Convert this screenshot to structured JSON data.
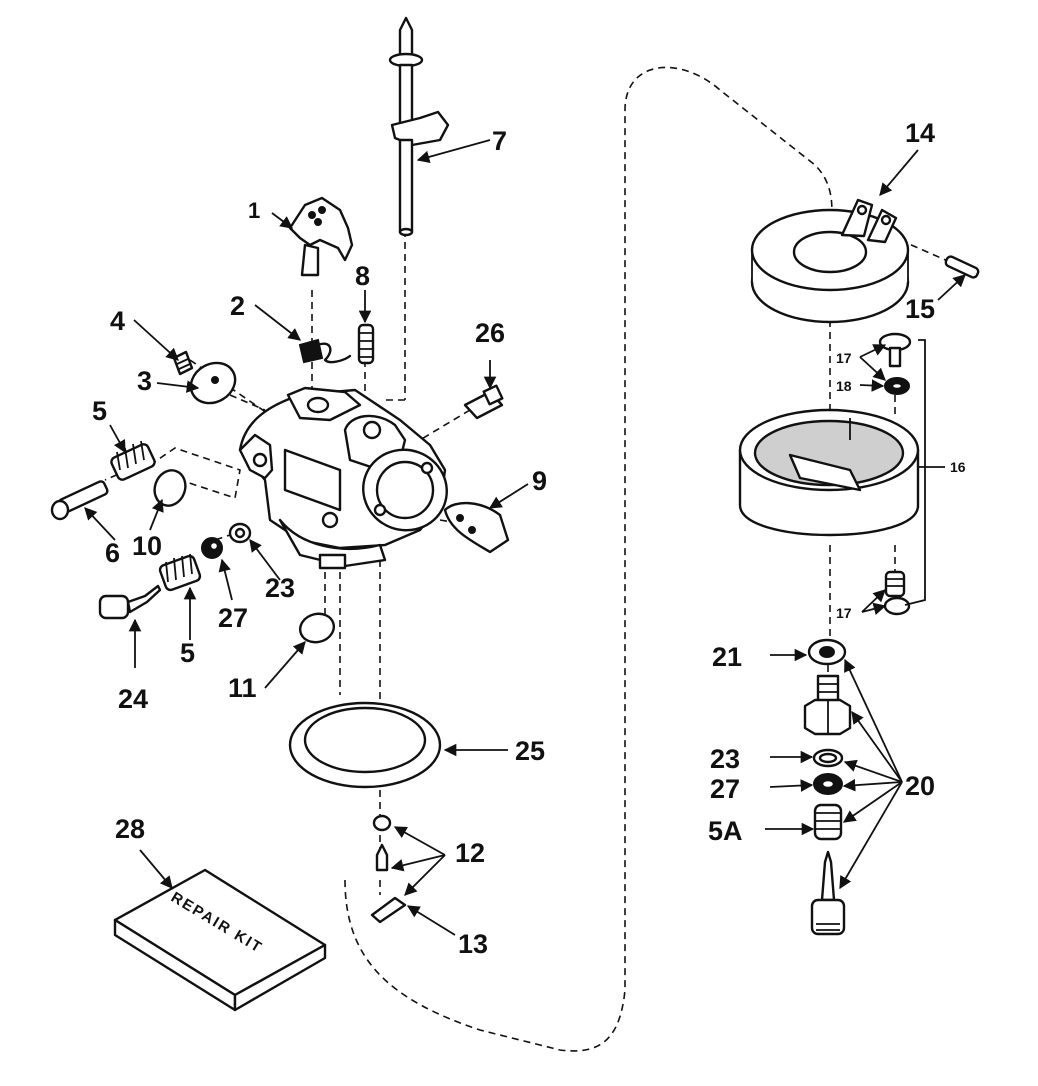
{
  "callouts": {
    "c1": "1",
    "c2": "2",
    "c3": "3",
    "c4": "4",
    "c5a": "5",
    "c5b": "5",
    "c5A": "5A",
    "c6": "6",
    "c7": "7",
    "c8": "8",
    "c9": "9",
    "c10": "10",
    "c11": "11",
    "c12": "12",
    "c13": "13",
    "c14": "14",
    "c15": "15",
    "c16": "16",
    "c17a": "17",
    "c17b": "17",
    "c18": "18",
    "c20": "20",
    "c21": "21",
    "c23a": "23",
    "c23b": "23",
    "c24": "24",
    "c25": "25",
    "c26": "26",
    "c27a": "27",
    "c27b": "27",
    "c28": "28"
  },
  "repair_kit_label": "REPAIR KIT"
}
